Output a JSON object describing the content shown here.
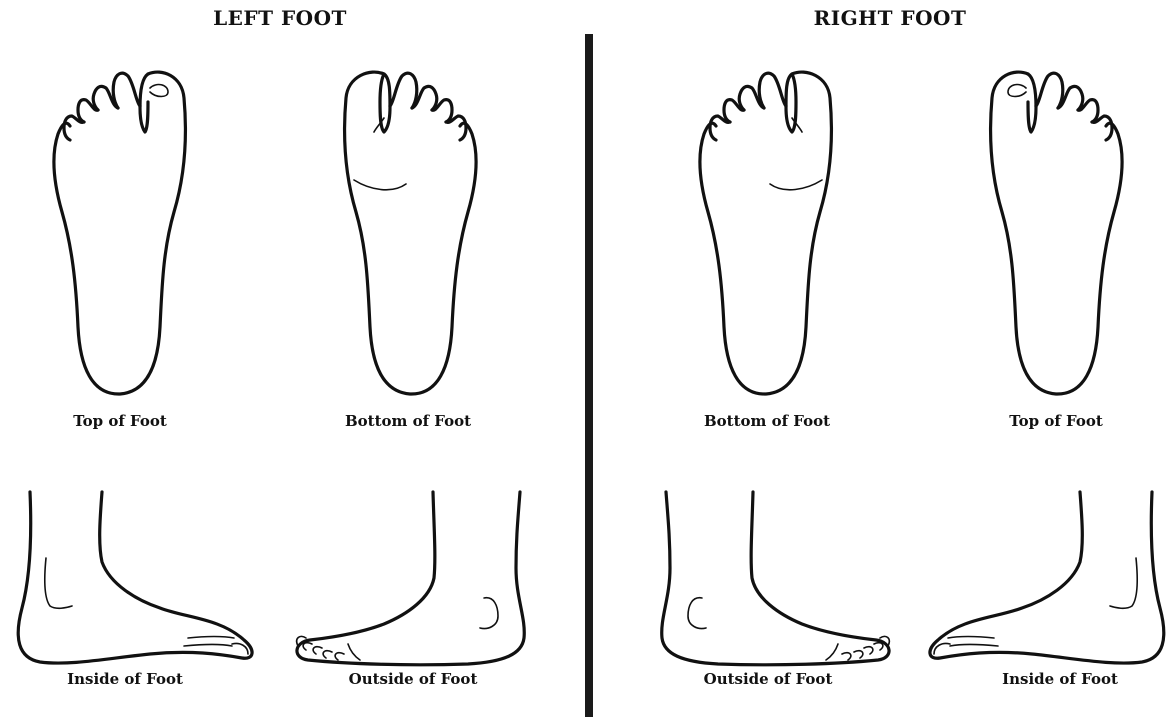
{
  "panels": {
    "left": {
      "title": "LEFT FOOT",
      "top_caption": "Top of Foot",
      "bottom_caption": "Bottom of Foot",
      "inside_caption": "Inside of Foot",
      "outside_caption": "Outside of Foot"
    },
    "right": {
      "title": "RIGHT FOOT",
      "bottom_caption": "Bottom of Foot",
      "top_caption": "Top of Foot",
      "outside_caption": "Outside of Foot",
      "inside_caption": "Inside of Foot"
    }
  },
  "colors": {
    "ink": "#111111",
    "divider": "#1a1a1a",
    "background": "#ffffff"
  }
}
